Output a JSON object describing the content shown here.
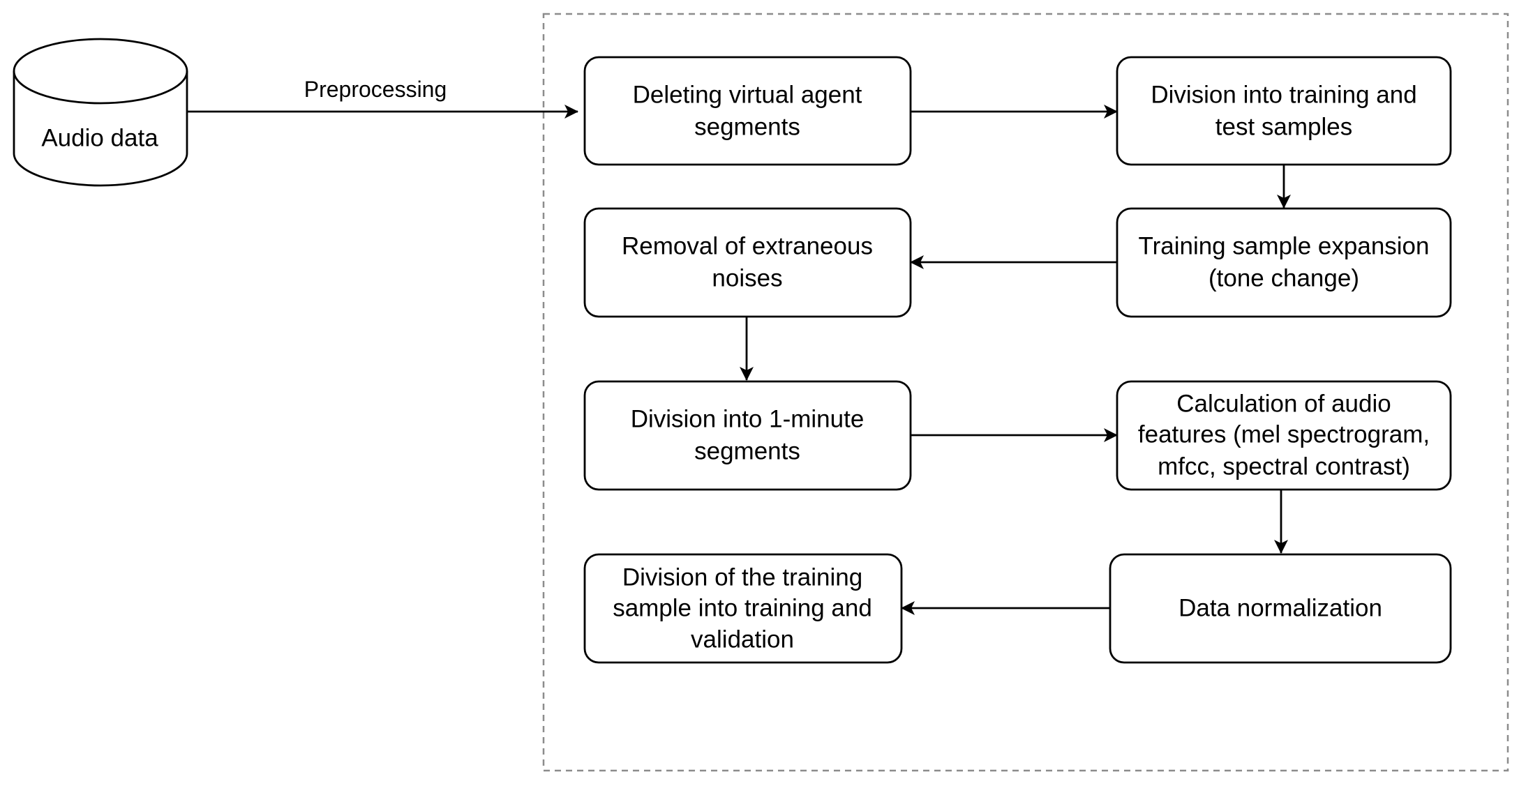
{
  "diagram": {
    "source": {
      "label": "Audio data",
      "shape": "cylinder"
    },
    "edge_label": "Preprocessing",
    "steps": [
      {
        "id": "delete",
        "lines": [
          "Deleting virtual agent",
          "segments"
        ]
      },
      {
        "id": "divide-train-test",
        "lines": [
          "Division into training and",
          "test samples"
        ]
      },
      {
        "id": "expand",
        "lines": [
          "Training sample expansion",
          "(tone change)"
        ]
      },
      {
        "id": "noise",
        "lines": [
          "Removal of extraneous",
          "noises"
        ]
      },
      {
        "id": "minute",
        "lines": [
          "Division into 1-minute",
          "segments"
        ]
      },
      {
        "id": "features",
        "lines": [
          "Calculation of audio",
          "features (mel spectrogram,",
          "mfcc, spectral contrast)"
        ]
      },
      {
        "id": "normalize",
        "lines": [
          "Data normalization"
        ]
      },
      {
        "id": "divide-val",
        "lines": [
          "Division of the training",
          "sample into training and",
          "validation"
        ]
      }
    ],
    "edges": [
      {
        "from": "source",
        "to": "delete"
      },
      {
        "from": "delete",
        "to": "divide-train-test"
      },
      {
        "from": "divide-train-test",
        "to": "expand"
      },
      {
        "from": "expand",
        "to": "noise"
      },
      {
        "from": "noise",
        "to": "minute"
      },
      {
        "from": "minute",
        "to": "features"
      },
      {
        "from": "features",
        "to": "normalize"
      },
      {
        "from": "normalize",
        "to": "divide-val"
      }
    ],
    "colors": {
      "stroke": "#000000",
      "fill": "#ffffff",
      "group_border": "#8c8c8c"
    }
  }
}
